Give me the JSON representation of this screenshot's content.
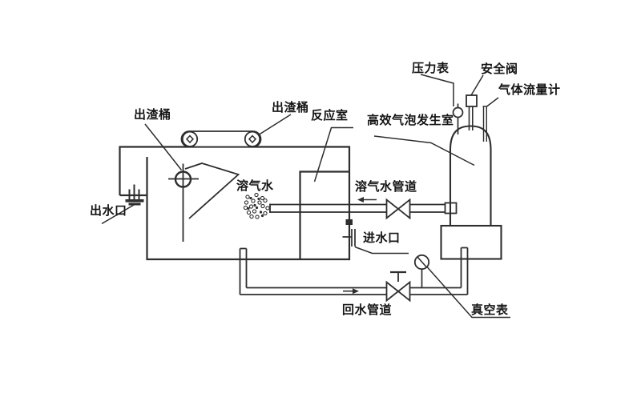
{
  "labels": {
    "pressure_gauge": "压力表",
    "safety_valve": "安全阀",
    "gas_flow_meter": "气体流量计",
    "bubble_generator": "高效气泡发生室",
    "slag_bucket_left": "出渣桶",
    "slag_bucket_right": "出渣桶",
    "reaction_chamber": "反应室",
    "dissolved_air_water": "溶气水",
    "dissolved_air_water_pipe": "溶气水管道",
    "water_outlet": "出水口",
    "water_inlet": "进水口",
    "return_water_pipe": "回水管道",
    "vacuum_gauge": "真空表"
  },
  "colors": {
    "line": "#2e2e2e",
    "text": "#151515",
    "background": "#ffffff"
  }
}
